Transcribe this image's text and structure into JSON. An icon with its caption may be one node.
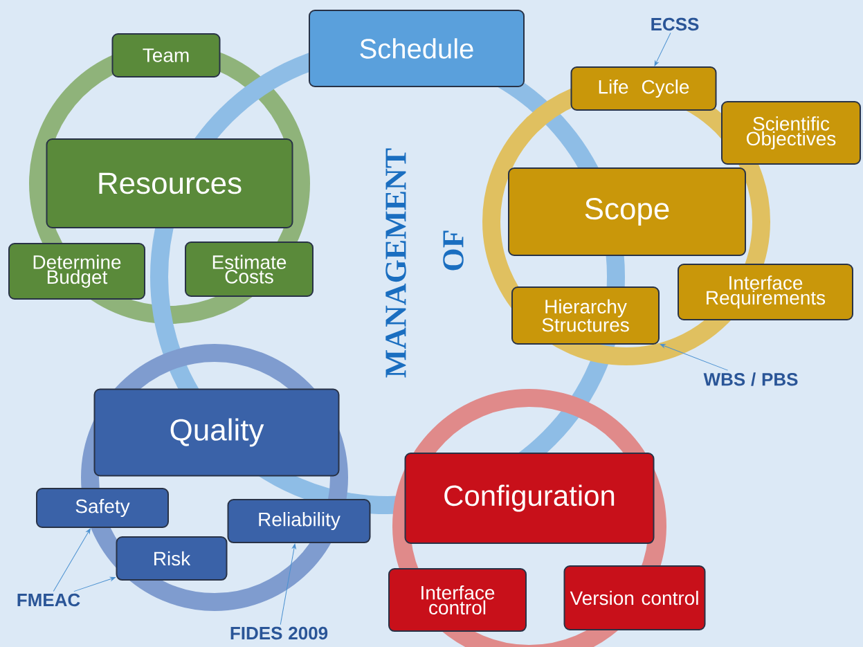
{
  "diagram": {
    "nodes": [
      {
        "text": [
          "Schedule"
        ]
      },
      {
        "text": [
          "Team"
        ]
      },
      {
        "text": [
          "Resources"
        ]
      },
      {
        "text": [
          "Determine Budget"
        ]
      },
      {
        "text": [
          "Estimate Costs"
        ]
      },
      {
        "text": [
          "Life Cycle"
        ]
      },
      {
        "text": [
          "Scientific Objectives"
        ]
      },
      {
        "text": [
          "Scope"
        ]
      },
      {
        "text": [
          "Interface Requirements"
        ]
      },
      {
        "text": [
          "Hierarchy Structures"
        ]
      },
      {
        "text": [
          "Quality"
        ]
      },
      {
        "text": [
          "Safety"
        ]
      },
      {
        "text": [
          "Risk"
        ]
      },
      {
        "text": [
          "Reliability"
        ]
      },
      {
        "text": [
          "Configuration"
        ]
      },
      {
        "text": [
          "Interface control"
        ]
      },
      {
        "text": [
          "Version control"
        ]
      },
      {
        "text": [
          "ECSS"
        ]
      },
      {
        "text": [
          "WBS / PBS"
        ]
      },
      {
        "text": [
          "FMEAC"
        ]
      },
      {
        "text": [
          "FIDES 2009"
        ]
      }
    ],
    "edges": [
      {
        "from": 17,
        "to": 5,
        "arrow": "to"
      },
      {
        "from": 18,
        "to": 9,
        "arrow": "to"
      },
      {
        "from": 19,
        "to": 11,
        "arrow": "to"
      },
      {
        "from": 19,
        "to": 12,
        "arrow": "to"
      },
      {
        "from": 20,
        "to": 13,
        "arrow": "to"
      }
    ],
    "labels": [
      "MANAGEMENT",
      "OF"
    ]
  }
}
